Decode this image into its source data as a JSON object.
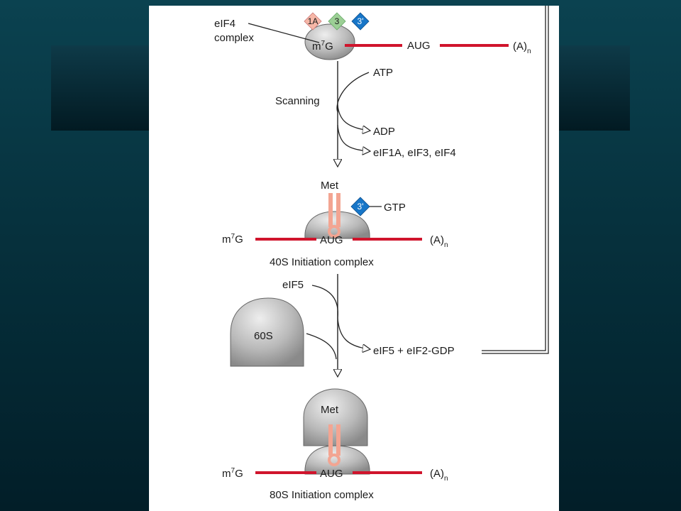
{
  "colors": {
    "background": "#04303c",
    "mrna": "#d0142c",
    "trna": "#f3a592",
    "factor_1A": "#f6b7a7",
    "factor_3": "#9ccf95",
    "factor_3prime": "#1776c8",
    "ribosome": "#b8b8b8"
  },
  "top": {
    "complex_label_line1": "eIF4",
    "complex_label_line2": "complex",
    "factors": [
      {
        "label": "1A",
        "color": "#f6b7a7",
        "icon": "diamond-factor-1A"
      },
      {
        "label": "3",
        "color": "#9ccf95",
        "icon": "diamond-factor-3"
      },
      {
        "label": "3'",
        "color": "#1776c8",
        "icon": "diamond-factor-3prime"
      }
    ],
    "cap_label": "m",
    "cap_sup": "7",
    "cap_g": "G",
    "codon": "AUG",
    "polyA": "(A)",
    "polyA_sub": "n"
  },
  "scanning": {
    "step_label": "Scanning",
    "input": "ATP",
    "outputs": [
      "ADP",
      "eIF1A, eIF3, eIF4"
    ]
  },
  "initiation_40s": {
    "trna_label": "Met",
    "factor_label": "3'",
    "factor_input": "GTP",
    "cap_label": "m",
    "cap_sup": "7",
    "cap_g": "G",
    "codon": "AUG",
    "polyA": "(A)",
    "polyA_sub": "n",
    "caption": "40S Initiation complex"
  },
  "joining": {
    "input": "eIF5",
    "subunit_label": "60S",
    "output": "eIF5 + eIF2-GDP"
  },
  "initiation_80s": {
    "trna_label": "Met",
    "cap_label": "m",
    "cap_sup": "7",
    "cap_g": "G",
    "codon": "AUG",
    "polyA": "(A)",
    "polyA_sub": "n",
    "caption": "80S Initiation complex"
  }
}
